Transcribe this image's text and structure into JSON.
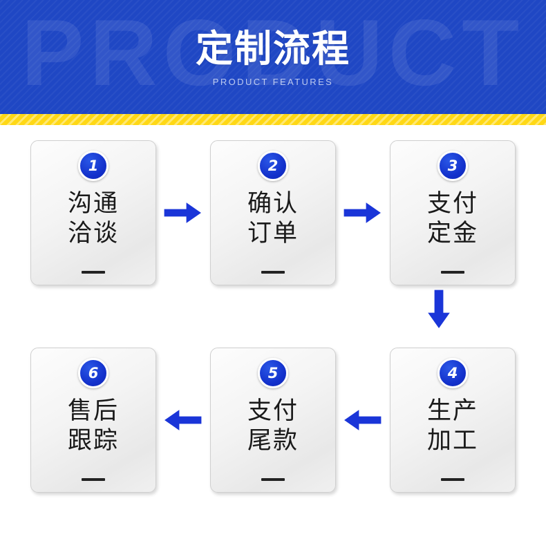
{
  "banner": {
    "title": "定制流程",
    "subtitle": "PRODUCT FEATURES",
    "watermark": "PRODUCT",
    "bg_color": "#1f47c4",
    "accent_color": "#ffd815",
    "title_color": "#ffffff"
  },
  "flow": {
    "badge_color": "#1331cc",
    "arrow_color": "#1a35d8",
    "steps": [
      {
        "number": "1",
        "line1": "沟通",
        "line2": "洽谈",
        "name": "step-1"
      },
      {
        "number": "2",
        "line1": "确认",
        "line2": "订单",
        "name": "step-2"
      },
      {
        "number": "3",
        "line1": "支付",
        "line2": "定金",
        "name": "step-3"
      },
      {
        "number": "4",
        "line1": "生产",
        "line2": "加工",
        "name": "step-4"
      },
      {
        "number": "5",
        "line1": "支付",
        "line2": "尾款",
        "name": "step-5"
      },
      {
        "number": "6",
        "line1": "售后",
        "line2": "跟踪",
        "name": "step-6"
      }
    ],
    "arrows": {
      "right_1": "arrow-right",
      "right_2": "arrow-right",
      "down": "arrow-down",
      "left_1": "arrow-left",
      "left_2": "arrow-left"
    }
  }
}
